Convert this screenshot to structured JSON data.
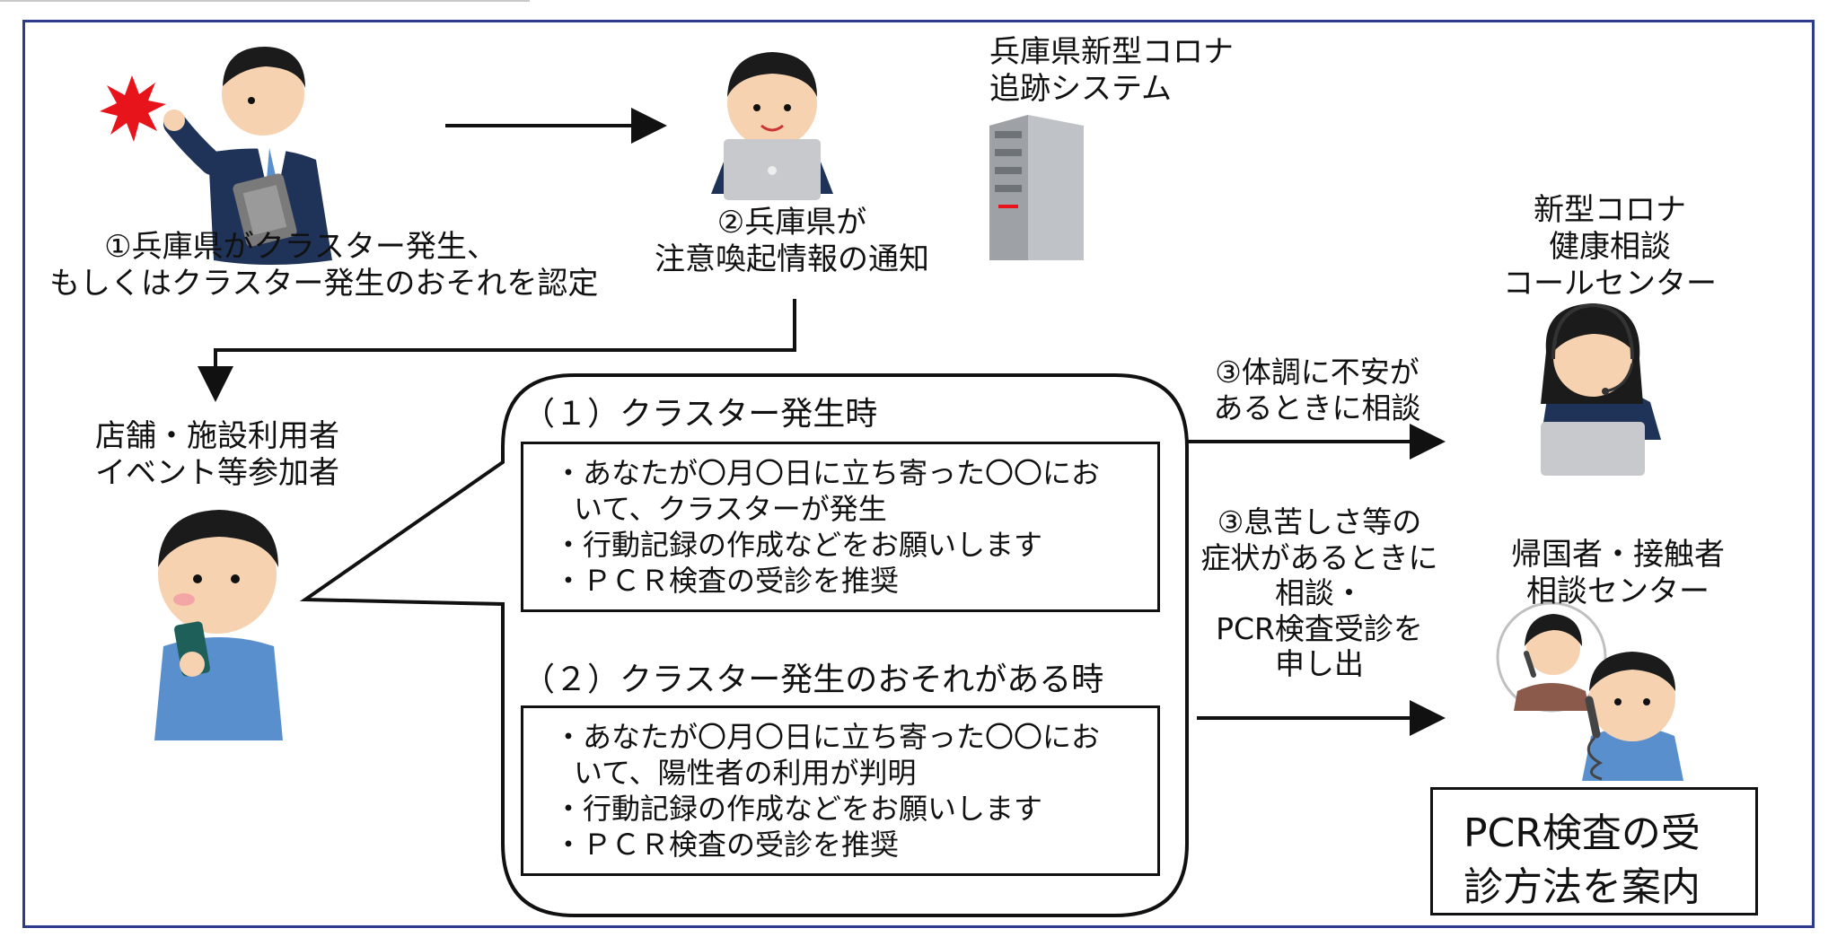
{
  "colors": {
    "frame": "#2e3a8c",
    "burst": "#e8141b",
    "suit": "#1f3358",
    "shirt": "#5a8fce",
    "hair": "#1b1b1b",
    "skin": "#f6d2b0",
    "server": "#bfc2c6"
  },
  "icons": {
    "burst": "red-burst-icon",
    "inspector": "pointing-official-icon",
    "pc_worker": "laptop-worker-icon",
    "server": "server-tower-icon",
    "phone_user": "smartphone-user-icon",
    "operator": "headset-operator-icon",
    "phone_call": "phone-consultation-icon"
  },
  "step1": {
    "line1": "①兵庫県がクラスター発生、",
    "line2": "もしくはクラスター発生のおそれを認定"
  },
  "step2": {
    "line1": "②兵庫県が",
    "line2": "注意喚起情報の通知"
  },
  "system": {
    "line1": "兵庫県新型コロナ",
    "line2": "追跡システム"
  },
  "user": {
    "line1": "店舗・施設利用者",
    "line2": "イベント等参加者"
  },
  "callcenter": {
    "line1": "新型コロナ",
    "line2": "健康相談",
    "line3": "コールセンター"
  },
  "returnee": {
    "line1": "帰国者・接触者",
    "line2": "相談センター"
  },
  "consult1": {
    "line1": "③体調に不安が",
    "line2": "あるときに相談"
  },
  "consult2": {
    "line1": "③息苦しさ等の",
    "line2": "症状があるときに",
    "line3": "相談・",
    "line4": "PCR検査受診を",
    "line5": "申し出"
  },
  "bubble": {
    "case1": {
      "title": "（１）クラスター発生時",
      "lines": [
        "・あなたが〇月〇日に立ち寄った〇〇にお",
        "いて、クラスターが発生",
        "・行動記録の作成などをお願いします",
        "・ＰＣＲ検査の受診を推奨"
      ]
    },
    "case2": {
      "title": "（２）クラスター発生のおそれがある時",
      "lines": [
        "・あなたが〇月〇日に立ち寄った〇〇にお",
        "いて、陽性者の利用が判明",
        "・行動記録の作成などをお願いします",
        "・ＰＣＲ検査の受診を推奨"
      ]
    }
  },
  "pcr_guide": {
    "line1": "PCR検査の受",
    "line2": "診方法を案内"
  }
}
